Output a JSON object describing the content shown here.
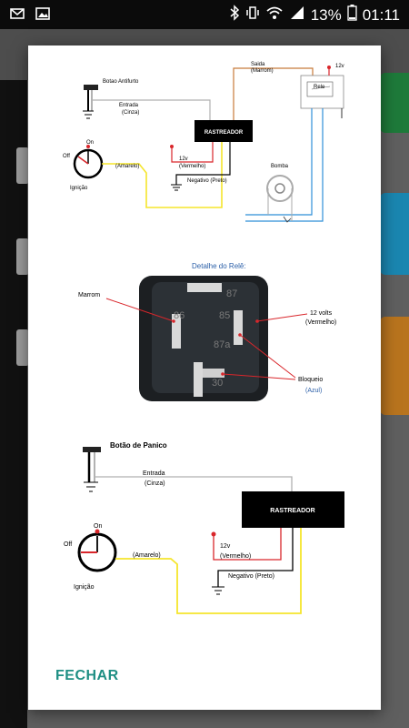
{
  "status_bar": {
    "battery": "13%",
    "time": "01:11",
    "icons": [
      "mail-icon",
      "image-icon",
      "bluetooth-icon",
      "vibrate-icon",
      "wifi-icon",
      "signal-icon",
      "battery-icon"
    ]
  },
  "colors": {
    "accent": "#1f8f84",
    "wire_yellow": "#f5e52c",
    "wire_red": "#d9262b",
    "wire_grey": "#b0b0b0",
    "wire_brown": "#c77a3a",
    "wire_blue": "#2f8fd8",
    "box_black": "#000000"
  },
  "diagram1": {
    "botao": "Botao Antifurto",
    "entrada": "Entrada",
    "cinza": "(Cinza)",
    "on": "On",
    "off": "Off",
    "ignicao": "Ignição",
    "amarelo": "(Amarelo)",
    "rastreador": "RASTREADOR",
    "v12": "12v",
    "vermelho": "(Vermelho)",
    "negativo": "Negativo (Preto)",
    "saida": "Saida",
    "marrom": "(Marrom)",
    "rele": "Rele",
    "rele_12v": "12v",
    "bomba": "Bomba"
  },
  "relay_detail": {
    "title": "Detalhe do Relê:",
    "marrom": "Marrom",
    "v12": "12 volts",
    "vermelho": "(Vermelho)",
    "bloqueio": "Bloqueio",
    "azul": "(Azul)",
    "pin87": "87",
    "pin86": "86",
    "pin85": "85",
    "pin87a": "87a",
    "pin30": "30"
  },
  "diagram2": {
    "botao": "Botão de Panico",
    "entrada": "Entrada",
    "cinza": "(Cinza)",
    "on": "On",
    "off": "Off",
    "ignicao": "Ignição",
    "amarelo": "(Amarelo)",
    "rastreador": "RASTREADOR",
    "v12": "12v",
    "vermelho": "(Vermelho)",
    "negativo": "Negativo (Preto)"
  },
  "dialog": {
    "close_label": "FECHAR"
  }
}
